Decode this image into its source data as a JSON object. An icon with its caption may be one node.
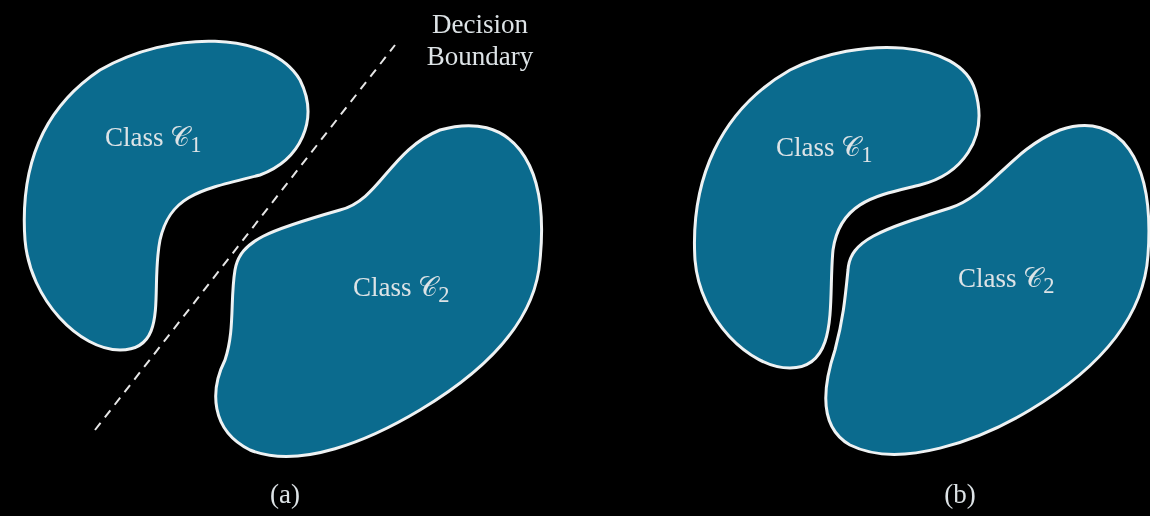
{
  "diagram": {
    "nodes": [
      {
        "text": [
          "Class 𝒞$_{1}$"
        ]
      },
      {
        "text": [
          "Class 𝒞$_{2}$"
        ]
      },
      {
        "text": [
          "Class 𝒞$_{1}$"
        ]
      },
      {
        "text": [
          "Class 𝒞$_{2}$"
        ]
      }
    ],
    "labels": [
      "Decision Boundary",
      "(a)",
      "(b)"
    ]
  }
}
